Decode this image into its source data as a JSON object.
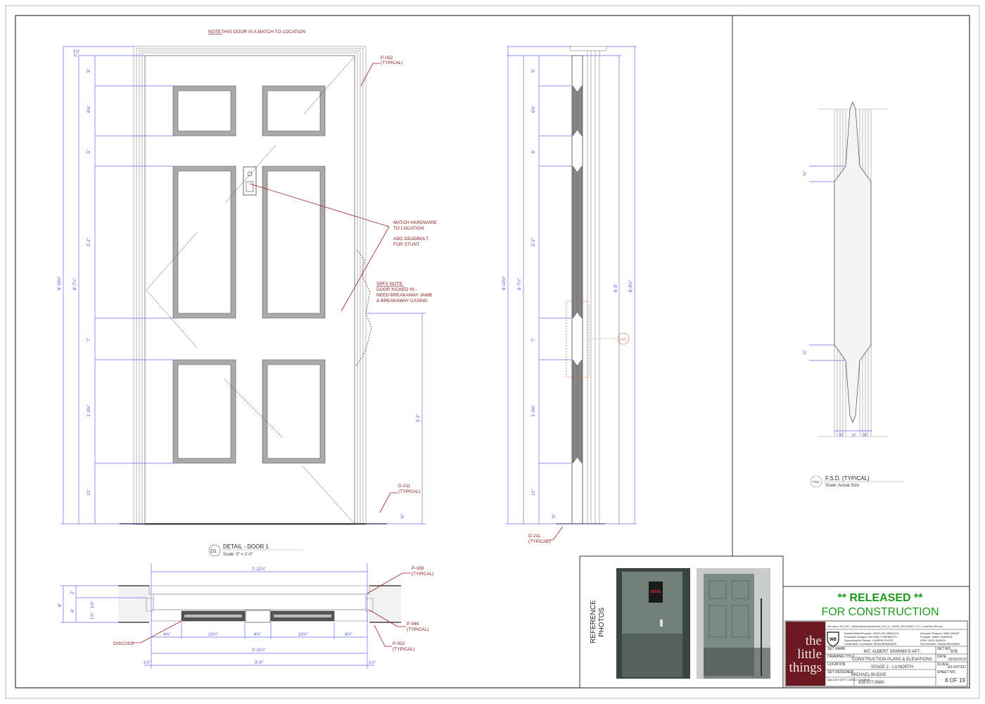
{
  "elevation": {
    "top_note_prefix": "NOTE:",
    "top_note": "THIS DOOR IS A MATCH TO LOCATION",
    "callouts": {
      "p052": [
        "P-052",
        "(TYPICAL)"
      ],
      "hardware": [
        "MATCH HARDWARE",
        "TO LOCATION"
      ],
      "deadbolt": [
        "ADD DEADBOLT",
        "FOR STUNT"
      ],
      "spfx": [
        "SPFX NOTE:",
        "DOOR KICKED IN -",
        "NEED BREAKAWAY JAMB",
        "& BREAKAWAY CASING"
      ],
      "d211": [
        "D-211",
        "(TYPICAL)"
      ]
    },
    "dims_left": [
      "5\"",
      "6⅝\"",
      "5\"",
      "2'-2\"",
      "7\"",
      "1'-3⅝\"",
      "10\""
    ],
    "dims_top": [
      "1½\"",
      "¾\""
    ],
    "overall_outer": "6'-10½\"",
    "overall_inner": "6'-7½\"",
    "right_dim": "3'-2\"",
    "bottom_dim": "⅜\""
  },
  "section": {
    "dims_left": [
      "5\"",
      "6⅝\"",
      "5\"",
      "2'-2\"",
      "7\"",
      "1'-3⅝\"",
      "10\""
    ],
    "overall_outer": "6'-10½\"",
    "overall_inner": "6'-7½\"",
    "right_inner": "6'-8\"",
    "right_outer": "6'-9½\"",
    "fsd_tag": "FSD",
    "callout_d211": [
      "D-211",
      "(TYPICAL)"
    ],
    "bottom_dim": "⅜\""
  },
  "detail_title": {
    "tag": "D1",
    "title": "DETAIL - DOOR 1",
    "scale": "Scale: 3\" = 1'-0\""
  },
  "plan": {
    "top_dim": "2'-11¾\"",
    "mid_dims": [
      "4¾\"",
      "10¾\"",
      "4¾\"",
      "10¾\"",
      "4¾\""
    ],
    "lower_dim": "2'-11¾\"",
    "overall": "3'-0\"",
    "side_dims": [
      "1½\"",
      "1½\""
    ],
    "left_dims": [
      "6\"",
      "2\"",
      "4\"",
      "1½\"",
      "1¾\""
    ],
    "callouts": {
      "p168": [
        "P-168",
        "(TYPICAL)"
      ],
      "p046": [
        "P-046",
        "(TYPICAL)"
      ],
      "p052": [
        "P-052",
        "(TYPICAL)"
      ],
      "discuss": "DISCUSS"
    }
  },
  "fsd": {
    "tag": "FSD",
    "title": "F.S.D. (TYPICAL)",
    "scale": "Scale: Actual Size",
    "dims": [
      "¾\"",
      "¾\"",
      "⅝\"",
      "⅛\"",
      "⅝\""
    ]
  },
  "reference": {
    "label_line1": "REFERENCE",
    "label_line2": "PHOTOS",
    "sign_text": "DEVIL"
  },
  "status": {
    "line1": "** RELEASED **",
    "line2": "FOR CONSTRUCTION"
  },
  "title_block": {
    "logo": [
      "the",
      "little",
      "things"
    ],
    "studio_logo": "WB",
    "file_name": "File name: 605_SET_IntAlbertSparmaApartment_V01_01_190930_RELEASED_TLT_ConstPlan_MB.vwx",
    "credits_left": [
      "Director/Writer/Producer: JOHN LEE HANCOCK",
      "Production Designer: MICHAEL CORENBLITH",
      "Supervising Art Director: LAUREN POLIZZI",
      "Construction Coordinator: BRIAN BENAVIDES"
    ],
    "credits_right": [
      "Executive Producer: MIKE DRAKE",
      "Producer: MARK JOHNSON",
      "UPM: LEIGH SHANTA",
      "Set Decorator: SUSAN BENJAMIN"
    ],
    "set_name_label": "SET NAME",
    "set_name": "INT. ALBERT SPARMA'S APT.",
    "set_no_label": "SET NO.",
    "set_no": "605",
    "drawing_title_label": "DRAWING TITLE",
    "drawing_title": "CONSTRUCTION PLANS & ELEVATIONS",
    "date_label": "DATE",
    "date": "09/30/2019",
    "location_label": "LOCATION",
    "location": "STAGE 2 - LA NORTH",
    "scale_label": "SCALE",
    "scale": "AS NOTED",
    "designer_label": "SET DESIGNER",
    "designer": "MICHAEL BUDGE",
    "sheet_label": "SHEET NO.",
    "sheet": "8 OF 19",
    "contact_label": "MAIN ART DEPT CONTACT NUMBER",
    "contact": "818.977.8580"
  }
}
